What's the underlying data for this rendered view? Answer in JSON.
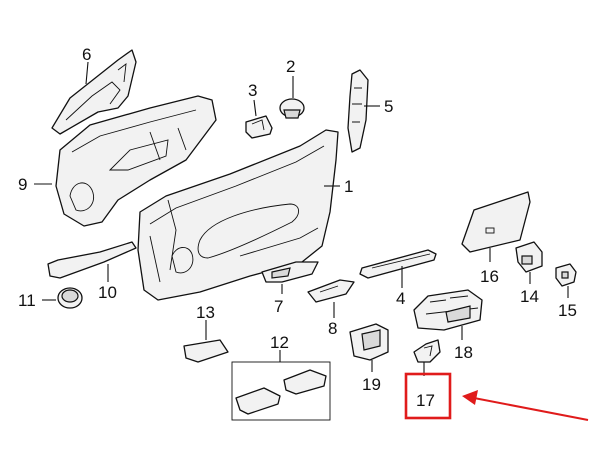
{
  "diagram": {
    "callouts": [
      {
        "id": "1",
        "label": "1"
      },
      {
        "id": "2",
        "label": "2"
      },
      {
        "id": "3",
        "label": "3"
      },
      {
        "id": "4",
        "label": "4"
      },
      {
        "id": "5",
        "label": "5"
      },
      {
        "id": "6",
        "label": "6"
      },
      {
        "id": "7",
        "label": "7"
      },
      {
        "id": "8",
        "label": "8"
      },
      {
        "id": "9",
        "label": "9"
      },
      {
        "id": "10",
        "label": "10"
      },
      {
        "id": "11",
        "label": "11"
      },
      {
        "id": "12",
        "label": "12"
      },
      {
        "id": "13",
        "label": "13"
      },
      {
        "id": "14",
        "label": "14"
      },
      {
        "id": "15",
        "label": "15"
      },
      {
        "id": "16",
        "label": "16"
      },
      {
        "id": "17",
        "label": "17"
      },
      {
        "id": "18",
        "label": "18"
      },
      {
        "id": "19",
        "label": "19"
      }
    ],
    "highlighted_part": "17",
    "highlight_color": "#e01b1b",
    "line_color": "#111111"
  }
}
